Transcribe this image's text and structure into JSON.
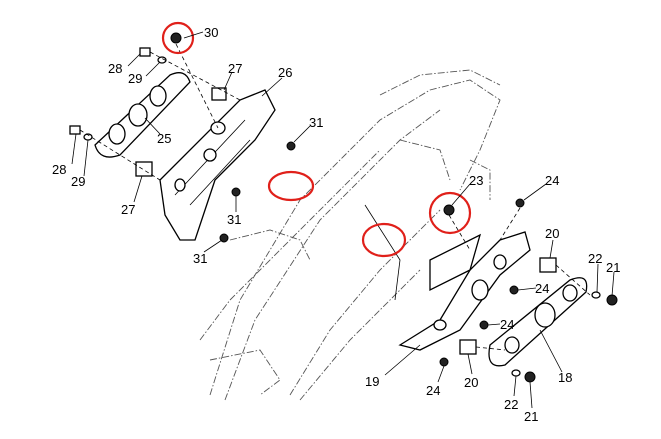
{
  "diagram": {
    "callouts": [
      {
        "id": "c30",
        "text": "30"
      },
      {
        "id": "c28a",
        "text": "28"
      },
      {
        "id": "c29a",
        "text": "29"
      },
      {
        "id": "c27a",
        "text": "27"
      },
      {
        "id": "c26",
        "text": "26"
      },
      {
        "id": "c25",
        "text": "25"
      },
      {
        "id": "c31a",
        "text": "31"
      },
      {
        "id": "c28b",
        "text": "28"
      },
      {
        "id": "c29b",
        "text": "29"
      },
      {
        "id": "c27b",
        "text": "27"
      },
      {
        "id": "c31b",
        "text": "31"
      },
      {
        "id": "c31c",
        "text": "31"
      },
      {
        "id": "c23",
        "text": "23"
      },
      {
        "id": "c24a",
        "text": "24"
      },
      {
        "id": "c20a",
        "text": "20"
      },
      {
        "id": "c22a",
        "text": "22"
      },
      {
        "id": "c21a",
        "text": "21"
      },
      {
        "id": "c24b",
        "text": "24"
      },
      {
        "id": "c24c",
        "text": "24"
      },
      {
        "id": "c19",
        "text": "19"
      },
      {
        "id": "c24d",
        "text": "24"
      },
      {
        "id": "c20b",
        "text": "20"
      },
      {
        "id": "c22b",
        "text": "22"
      },
      {
        "id": "c21b",
        "text": "21"
      },
      {
        "id": "c18",
        "text": "18"
      }
    ],
    "highlight_color": "#e0201a"
  }
}
